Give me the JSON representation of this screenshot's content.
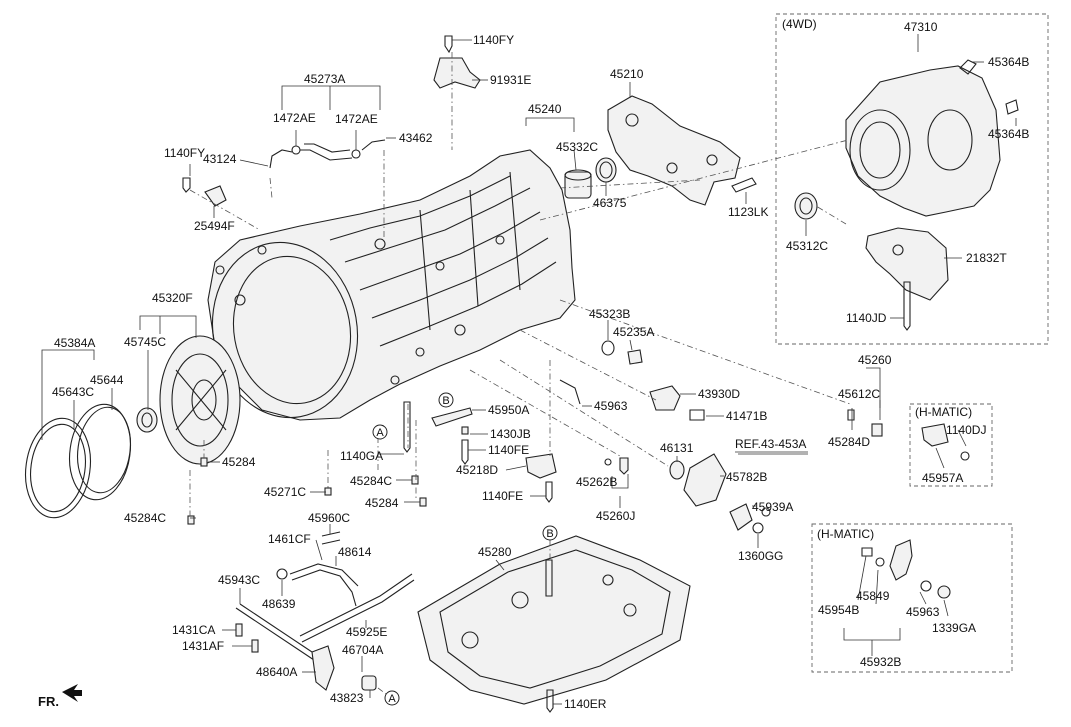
{
  "labels": {
    "l1140FY_top": "1140FY",
    "l91931E": "91931E",
    "l45273A": "45273A",
    "l1472AE_a": "1472AE",
    "l1472AE_b": "1472AE",
    "l43462": "43462",
    "l1140FY_left": "1140FY",
    "l43124": "43124",
    "l25494F": "25494F",
    "l45240": "45240",
    "l45332C": "45332C",
    "l46375": "46375",
    "l45210": "45210",
    "l1123LK": "1123LK",
    "l45320F": "45320F",
    "l45745C": "45745C",
    "l45384A": "45384A",
    "l45643C": "45643C",
    "l45644": "45644",
    "l45284_a": "45284",
    "l45284C_a": "45284C",
    "l45271C": "45271C",
    "l1140GA": "1140GA",
    "l45284C_b": "45284C",
    "l45284_b": "45284",
    "l45323B": "45323B",
    "l45235A": "45235A",
    "l45963_a": "45963",
    "l45950A": "45950A",
    "l1430JB": "1430JB",
    "l1140FE_a": "1140FE",
    "l45218D": "45218D",
    "l1140FE_b": "1140FE",
    "l43930D": "43930D",
    "l41471B": "41471B",
    "l46131": "46131",
    "lREF": "REF.43-453A",
    "l45782B": "45782B",
    "l45939A": "45939A",
    "l1360GG": "1360GG",
    "l45262B": "45262B",
    "l45260J": "45260J",
    "l45260": "45260",
    "l45612C": "45612C",
    "l45284D": "45284D",
    "l1140DJ": "1140DJ",
    "l45957A": "45957A",
    "l47310": "47310",
    "l45364B_a": "45364B",
    "l45364B_b": "45364B",
    "l45312C": "45312C",
    "l21832T": "21832T",
    "l1140JD": "1140JD",
    "l45960C": "45960C",
    "l1461CF": "1461CF",
    "l48614": "48614",
    "l48639": "48639",
    "l45943C": "45943C",
    "l45925E": "45925E",
    "l1431CA": "1431CA",
    "l1431AF": "1431AF",
    "l46704A": "46704A",
    "l48640A": "48640A",
    "l43823": "43823",
    "l45280": "45280",
    "l1140ER": "1140ER",
    "l45954B": "45954B",
    "l45849": "45849",
    "l45963_b": "45963",
    "l1339GA": "1339GA",
    "l45932B": "45932B",
    "lFR": "FR."
  },
  "frames": {
    "fourwd": "(4WD)",
    "hmatic_a": "(H-MATIC)",
    "hmatic_b": "(H-MATIC)"
  },
  "callouts": {
    "a1": "A",
    "a2": "A",
    "b1": "B",
    "b2": "B"
  }
}
